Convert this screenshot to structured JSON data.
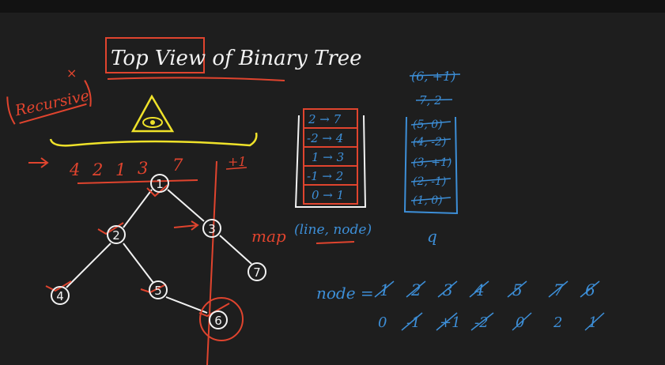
{
  "title": "Top View of Binary Tree",
  "recursive_label": "Recursive",
  "recursive_mark": "×",
  "top_view_sequence": [
    "4",
    "2",
    "1",
    "3",
    "7"
  ],
  "vertical_line_label": "+1",
  "tree_nodes": [
    {
      "id": "n1",
      "label": "1"
    },
    {
      "id": "n2",
      "label": "2"
    },
    {
      "id": "n3",
      "label": "3"
    },
    {
      "id": "n4",
      "label": "4"
    },
    {
      "id": "n5",
      "label": "5"
    },
    {
      "id": "n6",
      "label": "6"
    },
    {
      "id": "n7",
      "label": "7"
    }
  ],
  "map_label": "map",
  "map_entries": [
    "2 → 7",
    "-2 → 4",
    "1 → 3",
    "-1 → 2",
    "0 → 1"
  ],
  "map_caption": "(line, node)",
  "queue_label": "q",
  "queue_top": [
    "(6, +1)",
    "7, 2"
  ],
  "queue_entries": [
    "(5, 0)",
    "(4, -2)",
    "(3, +1)",
    "(2, -1)",
    "(1, 0)"
  ],
  "node_row_label": "node =",
  "node_row_values": [
    "1",
    "2",
    "3",
    "4",
    "5",
    "7",
    "6"
  ],
  "line_row_values": [
    "0",
    "-1",
    "+1",
    "-2",
    "0",
    "2",
    "1"
  ],
  "colors": {
    "background": "#1e1e1e",
    "chalk": "#f2f2f2",
    "red": "#e0442e",
    "yellow": "#efe22a",
    "blue": "#3d8fd8"
  }
}
